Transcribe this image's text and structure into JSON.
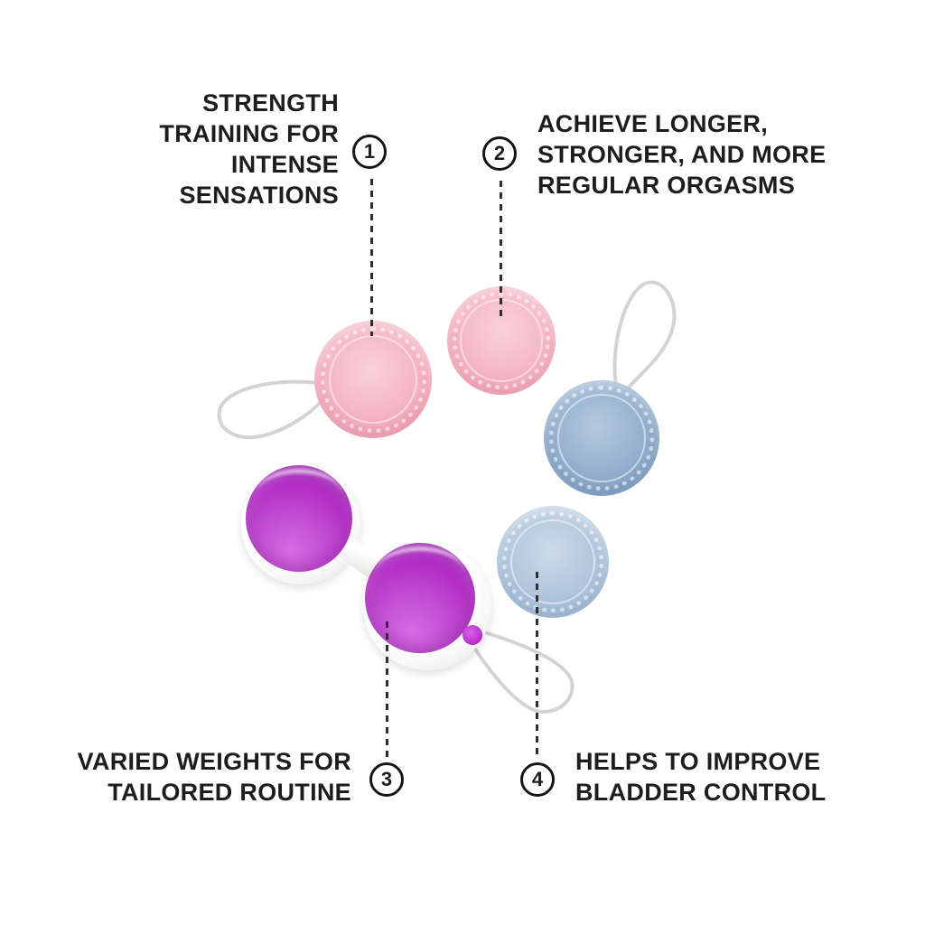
{
  "infographic": {
    "callouts": [
      {
        "number": "1",
        "text": "STRENGTH\nTRAINING FOR\nINTENSE\nSENSATIONS",
        "align": "right"
      },
      {
        "number": "2",
        "text": "ACHIEVE LONGER,\nSTRONGER, AND MORE\nREGULAR ORGASMS",
        "align": "left"
      },
      {
        "number": "3",
        "text": "VARIED WEIGHTS FOR\nTAILORED ROUTINE",
        "align": "right"
      },
      {
        "number": "4",
        "text": "HELPS TO IMPROVE\nBLADDER CONTROL",
        "align": "left"
      }
    ],
    "scene": {
      "items": [
        "pink-kegel-ball-large-with-cord-loop",
        "pink-kegel-ball-small",
        "blue-kegel-ball-large-with-cord-loop",
        "blue-kegel-ball-small",
        "purple-double-kegel-balls-in-white-harness-with-cord-loop"
      ]
    },
    "colors": {
      "background": "#ffffff",
      "text": "#1d1d1d",
      "badge-border": "#151515",
      "dashed-line": "#2e2e2e",
      "string": "#d3d3d3",
      "pink-ball": "#f3aebc",
      "pink-ball-light": "#f9d2da",
      "pink-ball-deep": "#eb9cae",
      "blue-ball": "#8fabcb",
      "blue-ball-pale": "#a9c0d9",
      "purple-ball": "#b32dc5",
      "purple-ball-dark": "#8d1a9f",
      "purple-ball-light": "#d46ce2",
      "harness": "#f8f8f8",
      "harness-shade": "#dcdcdc"
    }
  }
}
